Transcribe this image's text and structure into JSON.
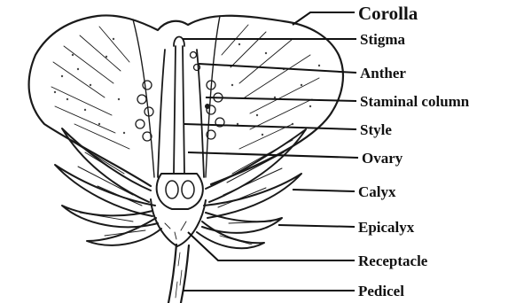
{
  "diagram": {
    "labels": [
      {
        "key": "corolla",
        "text": "Corolla"
      },
      {
        "key": "stigma",
        "text": "Stigma"
      },
      {
        "key": "anther",
        "text": "Anther"
      },
      {
        "key": "staminal_column",
        "text": "Staminal column"
      },
      {
        "key": "style",
        "text": "Style"
      },
      {
        "key": "ovary",
        "text": "Ovary"
      },
      {
        "key": "calyx",
        "text": "Calyx"
      },
      {
        "key": "epicalyx",
        "text": "Epicalyx"
      },
      {
        "key": "receptacle",
        "text": "Receptacle"
      },
      {
        "key": "pedicel",
        "text": "Pedicel"
      }
    ]
  }
}
